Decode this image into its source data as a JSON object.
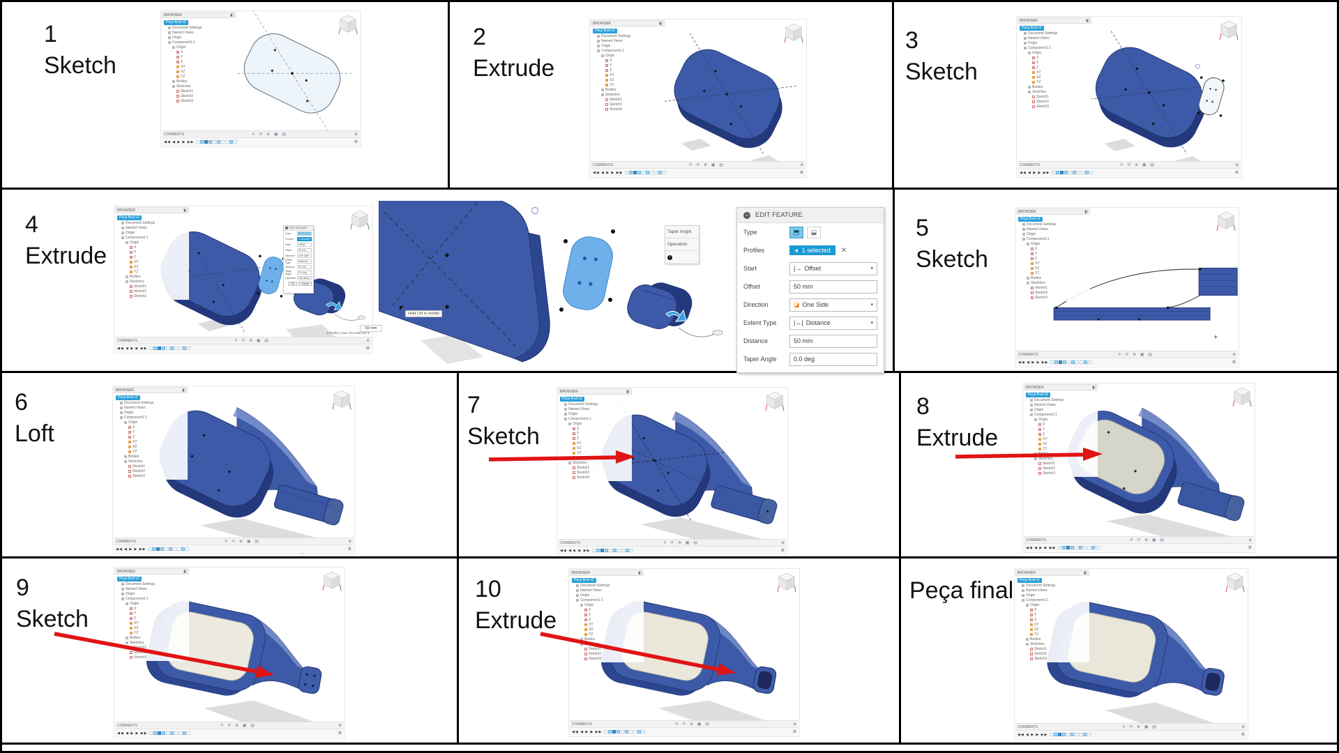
{
  "steps": [
    {
      "num": "1",
      "op": "Sketch"
    },
    {
      "num": "2",
      "op": "Extrude"
    },
    {
      "num": "3",
      "op": "Sketch"
    },
    {
      "num": "4",
      "op": "Extrude"
    },
    {
      "num": "5",
      "op": "Sketch"
    },
    {
      "num": "6",
      "op": "Loft"
    },
    {
      "num": "7",
      "op": "Sketch"
    },
    {
      "num": "8",
      "op": "Extrude"
    },
    {
      "num": "9",
      "op": "Sketch"
    },
    {
      "num": "10",
      "op": "Extrude"
    }
  ],
  "final_label": "Peça final",
  "fusion": {
    "browser_header": "BROWSER",
    "browser_toggle": "◧",
    "doc_name": "Peça final v2",
    "comments_label": "COMMENTS",
    "nav_icons": "✛ ⟳ ⊕ ▣ ▤",
    "playback": "◀◀ ◀ ▶ ▶ ▶▶",
    "gear_icon": "⚙",
    "tree": [
      {
        "t": "Document Settings",
        "i": 1,
        "c": "g"
      },
      {
        "t": "Named Views",
        "i": 1,
        "c": "g"
      },
      {
        "t": "Origin",
        "i": 1,
        "c": "g"
      },
      {
        "t": "Component1:1",
        "i": 1,
        "c": "g"
      },
      {
        "t": "Origin",
        "i": 2,
        "c": "g"
      },
      {
        "t": "X",
        "i": 3,
        "c": "a"
      },
      {
        "t": "Y",
        "i": 3,
        "c": "a"
      },
      {
        "t": "Z",
        "i": 3,
        "c": "a"
      },
      {
        "t": "XY",
        "i": 3,
        "c": "o"
      },
      {
        "t": "XZ",
        "i": 3,
        "c": "o"
      },
      {
        "t": "YZ",
        "i": 3,
        "c": "o"
      },
      {
        "t": "Bodies",
        "i": 2,
        "c": "g"
      },
      {
        "t": "Sketches",
        "i": 2,
        "c": "g"
      },
      {
        "t": "Sketch1",
        "i": 3,
        "c": "s"
      },
      {
        "t": "Sketch2",
        "i": 3,
        "c": "s"
      },
      {
        "t": "Sketch3",
        "i": 3,
        "c": "s"
      }
    ]
  },
  "dialog": {
    "title": "EDIT FEATURE",
    "type_label": "Type",
    "profiles_label": "Profiles",
    "profiles_value": "1 selected",
    "profiles_clear": "✕",
    "start_label": "Start",
    "start_value": "Offset",
    "offset_label": "Offset",
    "offset_value": "50 mm",
    "direction_label": "Direction",
    "direction_value": "One Side",
    "extent_label": "Extent Type",
    "extent_value": "Distance",
    "distance_label": "Distance",
    "distance_value": "50 mm",
    "taper_label": "Taper Angle",
    "taper_value": "0.0 deg",
    "operation_label": "Operation",
    "operation_value": "New Body",
    "ok": "OK",
    "cancel": "Cancel",
    "caret": "▾"
  },
  "popup": {
    "item1": "Taper Angle",
    "item2": "Operation",
    "info": "i"
  },
  "chips": {
    "offset_dim": "50 mm",
    "hold_hint": "Hold Ctrl to modify",
    "status": "1 Profile | Area: 974.159 mm^2"
  },
  "colors": {
    "body_blue": "#3d5aa8",
    "body_dark": "#24397c",
    "sketch_fill": "#edf4fa",
    "profile_blue": "#6fb0ea",
    "cream_face": "#eae7da",
    "gray_face": "#d6d5c9",
    "shadow": "#dcdcdc",
    "arrow": "#e01414",
    "accent_blue": "#1a9ad2",
    "orange": "#e8872a"
  }
}
